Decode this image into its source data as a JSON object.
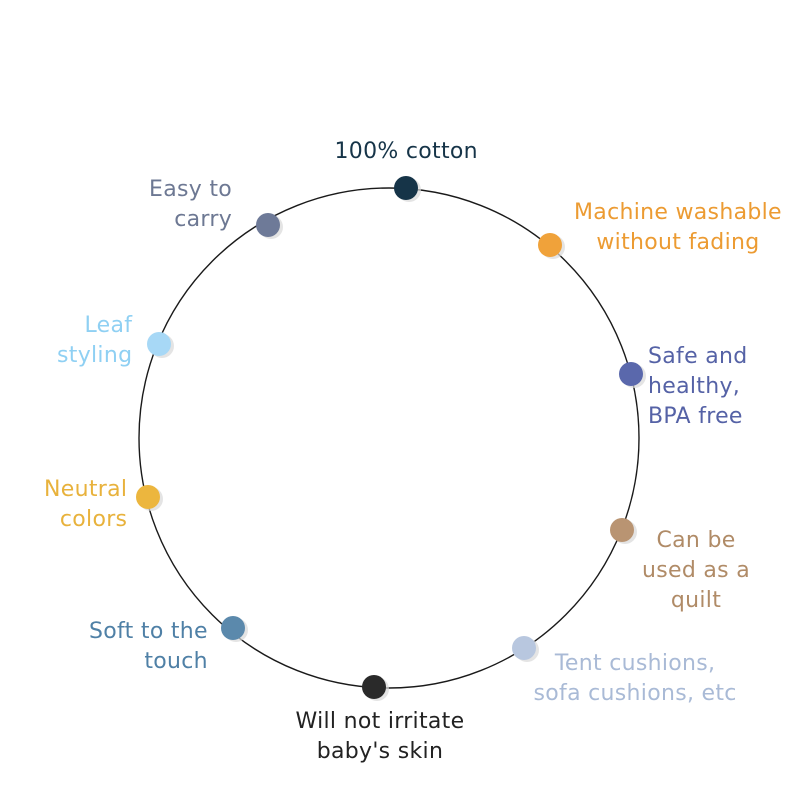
{
  "features": [
    {
      "id": "cotton",
      "lines": [
        "100% cotton"
      ],
      "color": "#163448",
      "text_color": "#163448"
    },
    {
      "id": "washable",
      "lines": [
        "Machine washable",
        "without fading"
      ],
      "color": "#f0a23a",
      "text_color": "#ec9b32"
    },
    {
      "id": "safe",
      "lines": [
        "Safe and",
        "healthy,",
        "BPA free"
      ],
      "color": "#5a68ac",
      "text_color": "#5562a6"
    },
    {
      "id": "quilt",
      "lines": [
        "Can be",
        "used as a",
        "quilt"
      ],
      "color": "#b99472",
      "text_color": "#b08b67"
    },
    {
      "id": "cushions",
      "lines": [
        "Tent cushions,",
        "sofa cushions, etc"
      ],
      "color": "#b8c7df",
      "text_color": "#a9bad6"
    },
    {
      "id": "skin",
      "lines": [
        "Will not irritate",
        "baby's skin"
      ],
      "color": "#2a2a2a",
      "text_color": "#222222"
    },
    {
      "id": "soft",
      "lines": [
        "Soft to the",
        "touch"
      ],
      "color": "#5b89ac",
      "text_color": "#4f80a6"
    },
    {
      "id": "neutral",
      "lines": [
        "Neutral",
        "colors"
      ],
      "color": "#ecb63e",
      "text_color": "#e8b23c"
    },
    {
      "id": "leaf",
      "lines": [
        "Leaf",
        "styling"
      ],
      "color": "#a7d8f6",
      "text_color": "#8fd0f3"
    },
    {
      "id": "carry",
      "lines": [
        "Easy to",
        "carry"
      ],
      "color": "#6e7a98",
      "text_color": "#6d7893"
    }
  ]
}
